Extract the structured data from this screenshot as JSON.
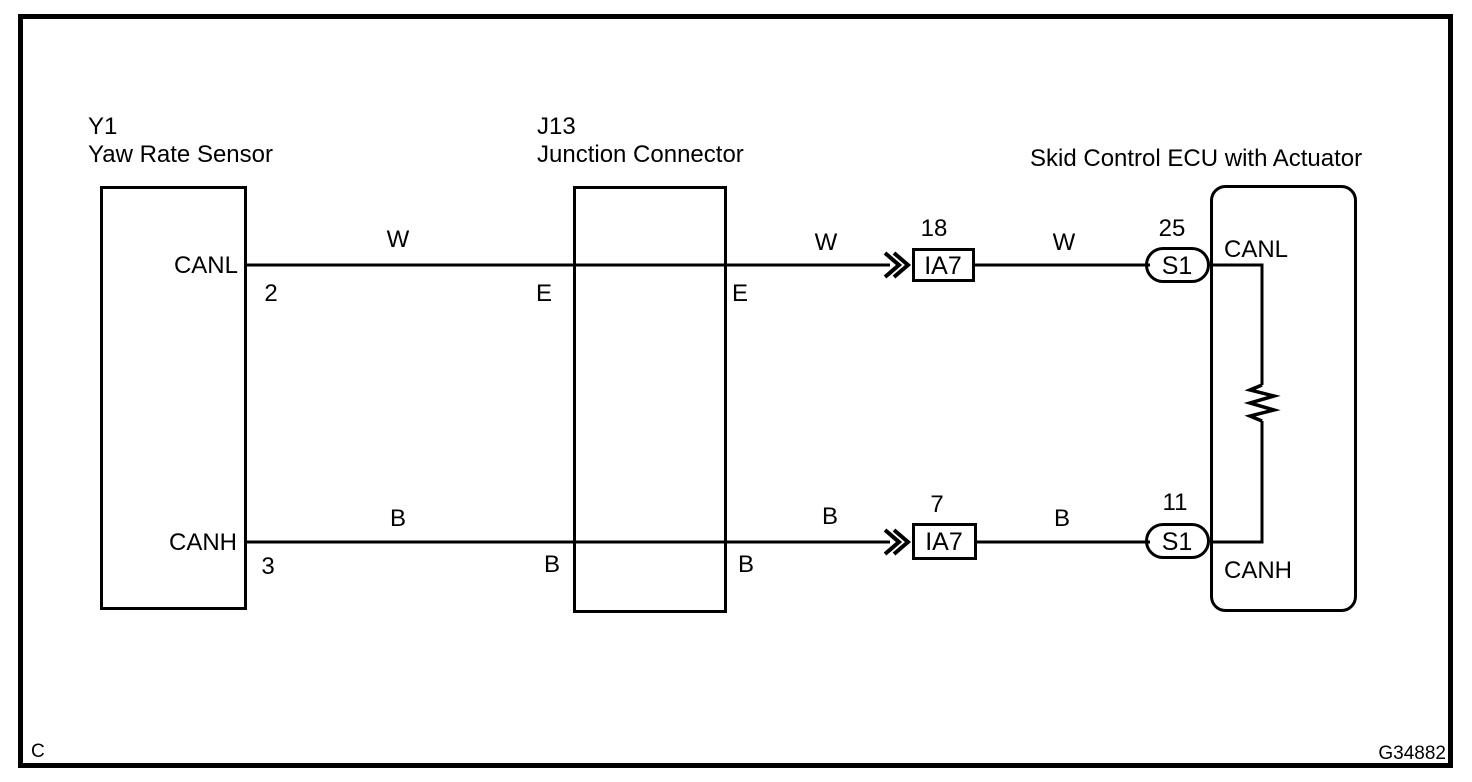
{
  "colors": {
    "line": "#000000",
    "background": "#ffffff"
  },
  "footer": {
    "page_code": "C",
    "figure_number": "G34882"
  },
  "components": {
    "yaw_rate_sensor": {
      "code": "Y1",
      "name": "Yaw Rate Sensor",
      "canl_label": "CANL",
      "canl_pin": "2",
      "canh_label": "CANH",
      "canh_pin": "3"
    },
    "junction_connector": {
      "code": "J13",
      "name": "Junction Connector",
      "canl_pin_left": "E",
      "canl_pin_right": "E",
      "canh_pin_left": "B",
      "canh_pin_right": "B"
    },
    "skid_control_ecu": {
      "name": "Skid Control ECU with Actuator",
      "canl_label": "CANL",
      "canh_label": "CANH"
    }
  },
  "connectors": {
    "ia7_canl": {
      "label": "IA7",
      "pin": "18"
    },
    "s1_canl": {
      "label": "S1",
      "pin": "25"
    },
    "ia7_canh": {
      "label": "IA7",
      "pin": "7"
    },
    "s1_canh": {
      "label": "S1",
      "pin": "11"
    }
  },
  "wire_colors": {
    "canl_seg1": "W",
    "canl_seg2": "W",
    "canl_seg3": "W",
    "canh_seg1": "B",
    "canh_seg2": "B",
    "canh_seg3": "B"
  }
}
